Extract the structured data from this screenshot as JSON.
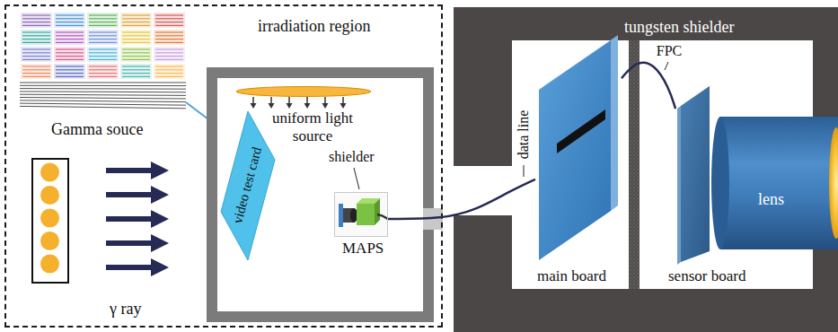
{
  "diagram": {
    "nodes": [
      {
        "text": [
          "irradiation region"
        ]
      },
      {
        "text": [
          "Gamma souce"
        ],
        "in": 0
      },
      {
        "text": [
          "video test card"
        ],
        "in": 0
      },
      {
        "text": [
          "MAPS"
        ],
        "in": 0
      },
      {
        "text": [
          "tungsten shielder"
        ]
      },
      {
        "text": [
          "main board"
        ],
        "in": 4
      },
      {
        "text": [
          "sensor board"
        ],
        "in": 4
      },
      {
        "text": [
          "lens"
        ],
        "in": 4
      }
    ],
    "edges": [
      {
        "from": 3,
        "to": 5,
        "arrow": "none",
        "label": "data line"
      },
      {
        "from": 5,
        "to": 6,
        "arrow": "none",
        "label": "FPC"
      }
    ],
    "labels": [
      "uniform light source",
      "shielder",
      "γ ray"
    ]
  }
}
